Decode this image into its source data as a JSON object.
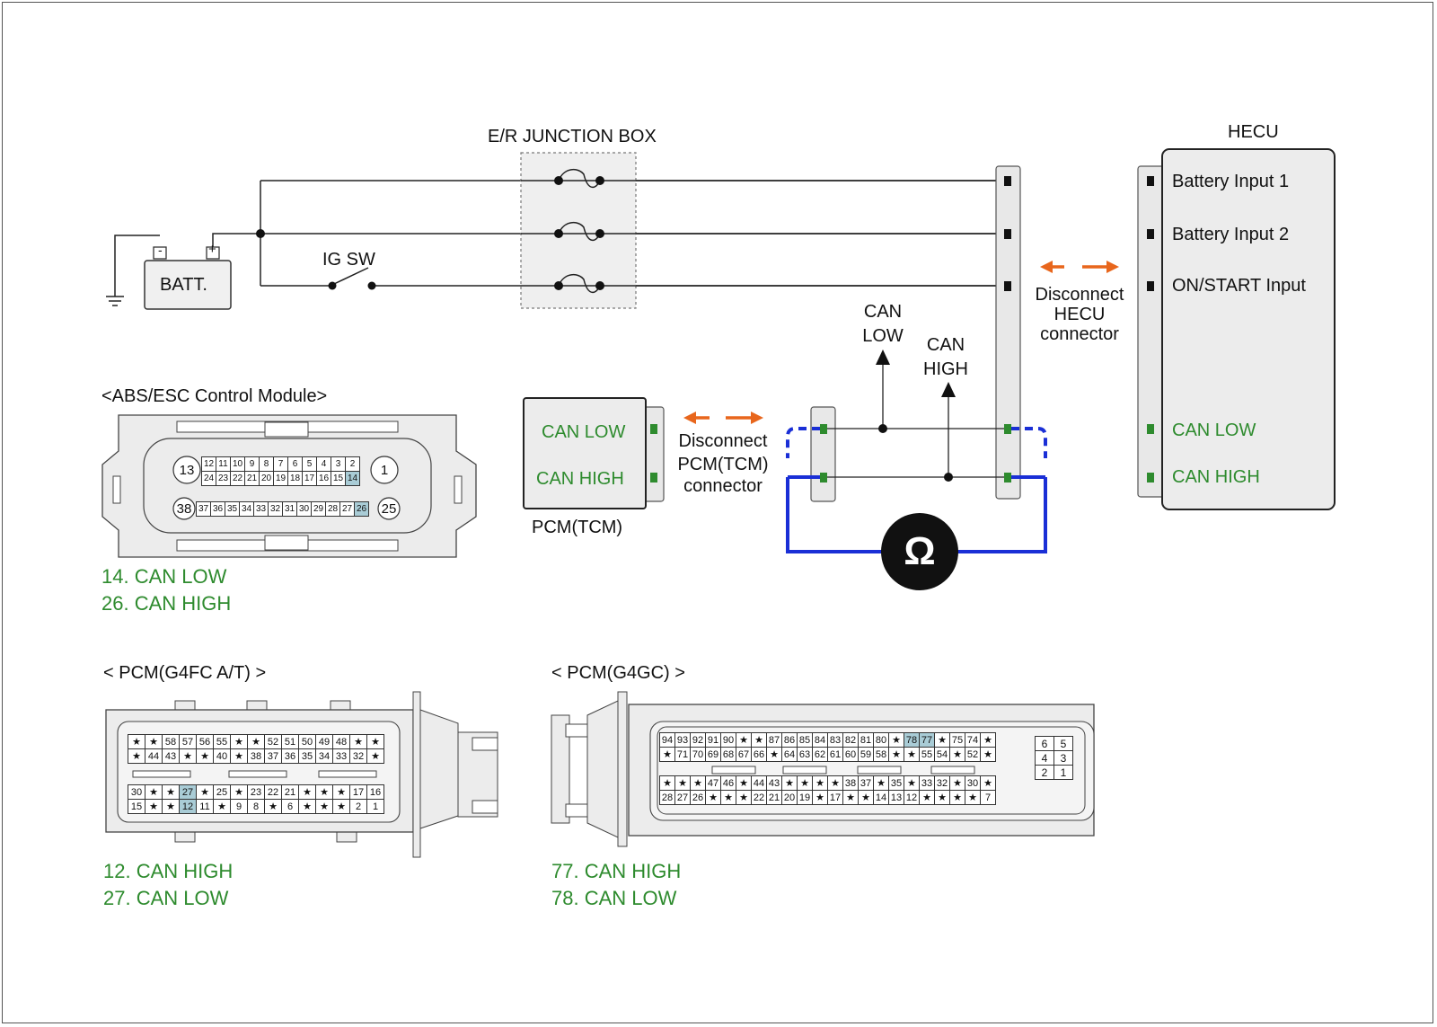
{
  "junction_box": {
    "title": "E/R JUNCTION BOX"
  },
  "battery": {
    "label": "BATT.",
    "minus": "-",
    "plus": "+"
  },
  "ig_switch": {
    "label": "IG SW"
  },
  "hecu": {
    "title": "HECU",
    "inputs": [
      "Battery Input 1",
      "Battery Input 2",
      "ON/START Input",
      "CAN LOW",
      "CAN HIGH"
    ]
  },
  "disconnect_hecu": {
    "line1": "Disconnect",
    "line2": "HECU",
    "line3": "connector"
  },
  "can_low_probe": {
    "line1": "CAN",
    "line2": "LOW"
  },
  "can_high_probe": {
    "line1": "CAN",
    "line2": "HIGH"
  },
  "pcm_tcm": {
    "can_low": "CAN LOW",
    "can_high": "CAN HIGH",
    "name": "PCM(TCM)"
  },
  "disconnect_pcm": {
    "line1": "Disconnect",
    "line2": "PCM(TCM)",
    "line3": "connector"
  },
  "ohmmeter": {
    "symbol": "Ω"
  },
  "abs_module": {
    "title": "<ABS/ESC Control Module>",
    "pin_notes": [
      "14. CAN LOW",
      "26. CAN HIGH"
    ],
    "top_row_a": [
      "12",
      "11",
      "10",
      "9",
      "8",
      "7",
      "6",
      "5",
      "4",
      "3",
      "2"
    ],
    "top_row_b": [
      "24",
      "23",
      "22",
      "21",
      "20",
      "19",
      "18",
      "17",
      "16",
      "15",
      "14"
    ],
    "bottom_row": [
      "37",
      "36",
      "35",
      "34",
      "33",
      "32",
      "31",
      "30",
      "29",
      "28",
      "27",
      "26"
    ],
    "big_pins": {
      "tl": "13",
      "tr": "1",
      "bl": "38",
      "br": "25"
    },
    "highlight": [
      "14",
      "26"
    ]
  },
  "pcm_g4fc": {
    "title": "< PCM(G4FC A/T) >",
    "pin_notes": [
      "12. CAN HIGH",
      "27. CAN LOW"
    ],
    "rows": [
      [
        "★",
        "★",
        "58",
        "57",
        "56",
        "55",
        "★",
        "★",
        "52",
        "51",
        "50",
        "49",
        "48",
        "★",
        "★"
      ],
      [
        "★",
        "44",
        "43",
        "★",
        "★",
        "40",
        "★",
        "38",
        "37",
        "36",
        "35",
        "34",
        "33",
        "32",
        "★"
      ],
      [
        "30",
        "★",
        "★",
        "27",
        "★",
        "25",
        "★",
        "23",
        "22",
        "21",
        "★",
        "★",
        "★",
        "17",
        "16"
      ],
      [
        "15",
        "★",
        "★",
        "12",
        "11",
        "★",
        "9",
        "8",
        "★",
        "6",
        "★",
        "★",
        "★",
        "2",
        "1"
      ]
    ],
    "highlight": [
      "27",
      "12"
    ]
  },
  "pcm_g4gc": {
    "title": "< PCM(G4GC) >",
    "pin_notes": [
      "77. CAN HIGH",
      "78. CAN LOW"
    ],
    "rows": [
      [
        "94",
        "93",
        "92",
        "91",
        "90",
        "★",
        "★",
        "87",
        "86",
        "85",
        "84",
        "83",
        "82",
        "81",
        "80",
        "★",
        "78",
        "77",
        "★",
        "75",
        "74",
        "★"
      ],
      [
        "★",
        "71",
        "70",
        "69",
        "68",
        "67",
        "66",
        "★",
        "64",
        "63",
        "62",
        "61",
        "60",
        "59",
        "58",
        "★",
        "★",
        "55",
        "54",
        "★",
        "52",
        "★"
      ],
      [
        "★",
        "★",
        "★",
        "47",
        "46",
        "★",
        "44",
        "43",
        "★",
        "★",
        "★",
        "★",
        "38",
        "37",
        "★",
        "35",
        "★",
        "33",
        "32",
        "★",
        "30",
        "★"
      ],
      [
        "28",
        "27",
        "26",
        "★",
        "★",
        "★",
        "22",
        "21",
        "20",
        "19",
        "★",
        "17",
        "★",
        "★",
        "14",
        "13",
        "12",
        "★",
        "★",
        "★",
        "★",
        "7"
      ]
    ],
    "small_block": [
      [
        "6",
        "5"
      ],
      [
        "4",
        "3"
      ],
      [
        "2",
        "1"
      ]
    ],
    "highlight": [
      "78",
      "77"
    ]
  },
  "colors": {
    "can_green": "#2e8b2e",
    "probe_blue": "#1a2fd6",
    "arrow_orange": "#e8661c",
    "pin_highlight": "#a9ccd6"
  }
}
